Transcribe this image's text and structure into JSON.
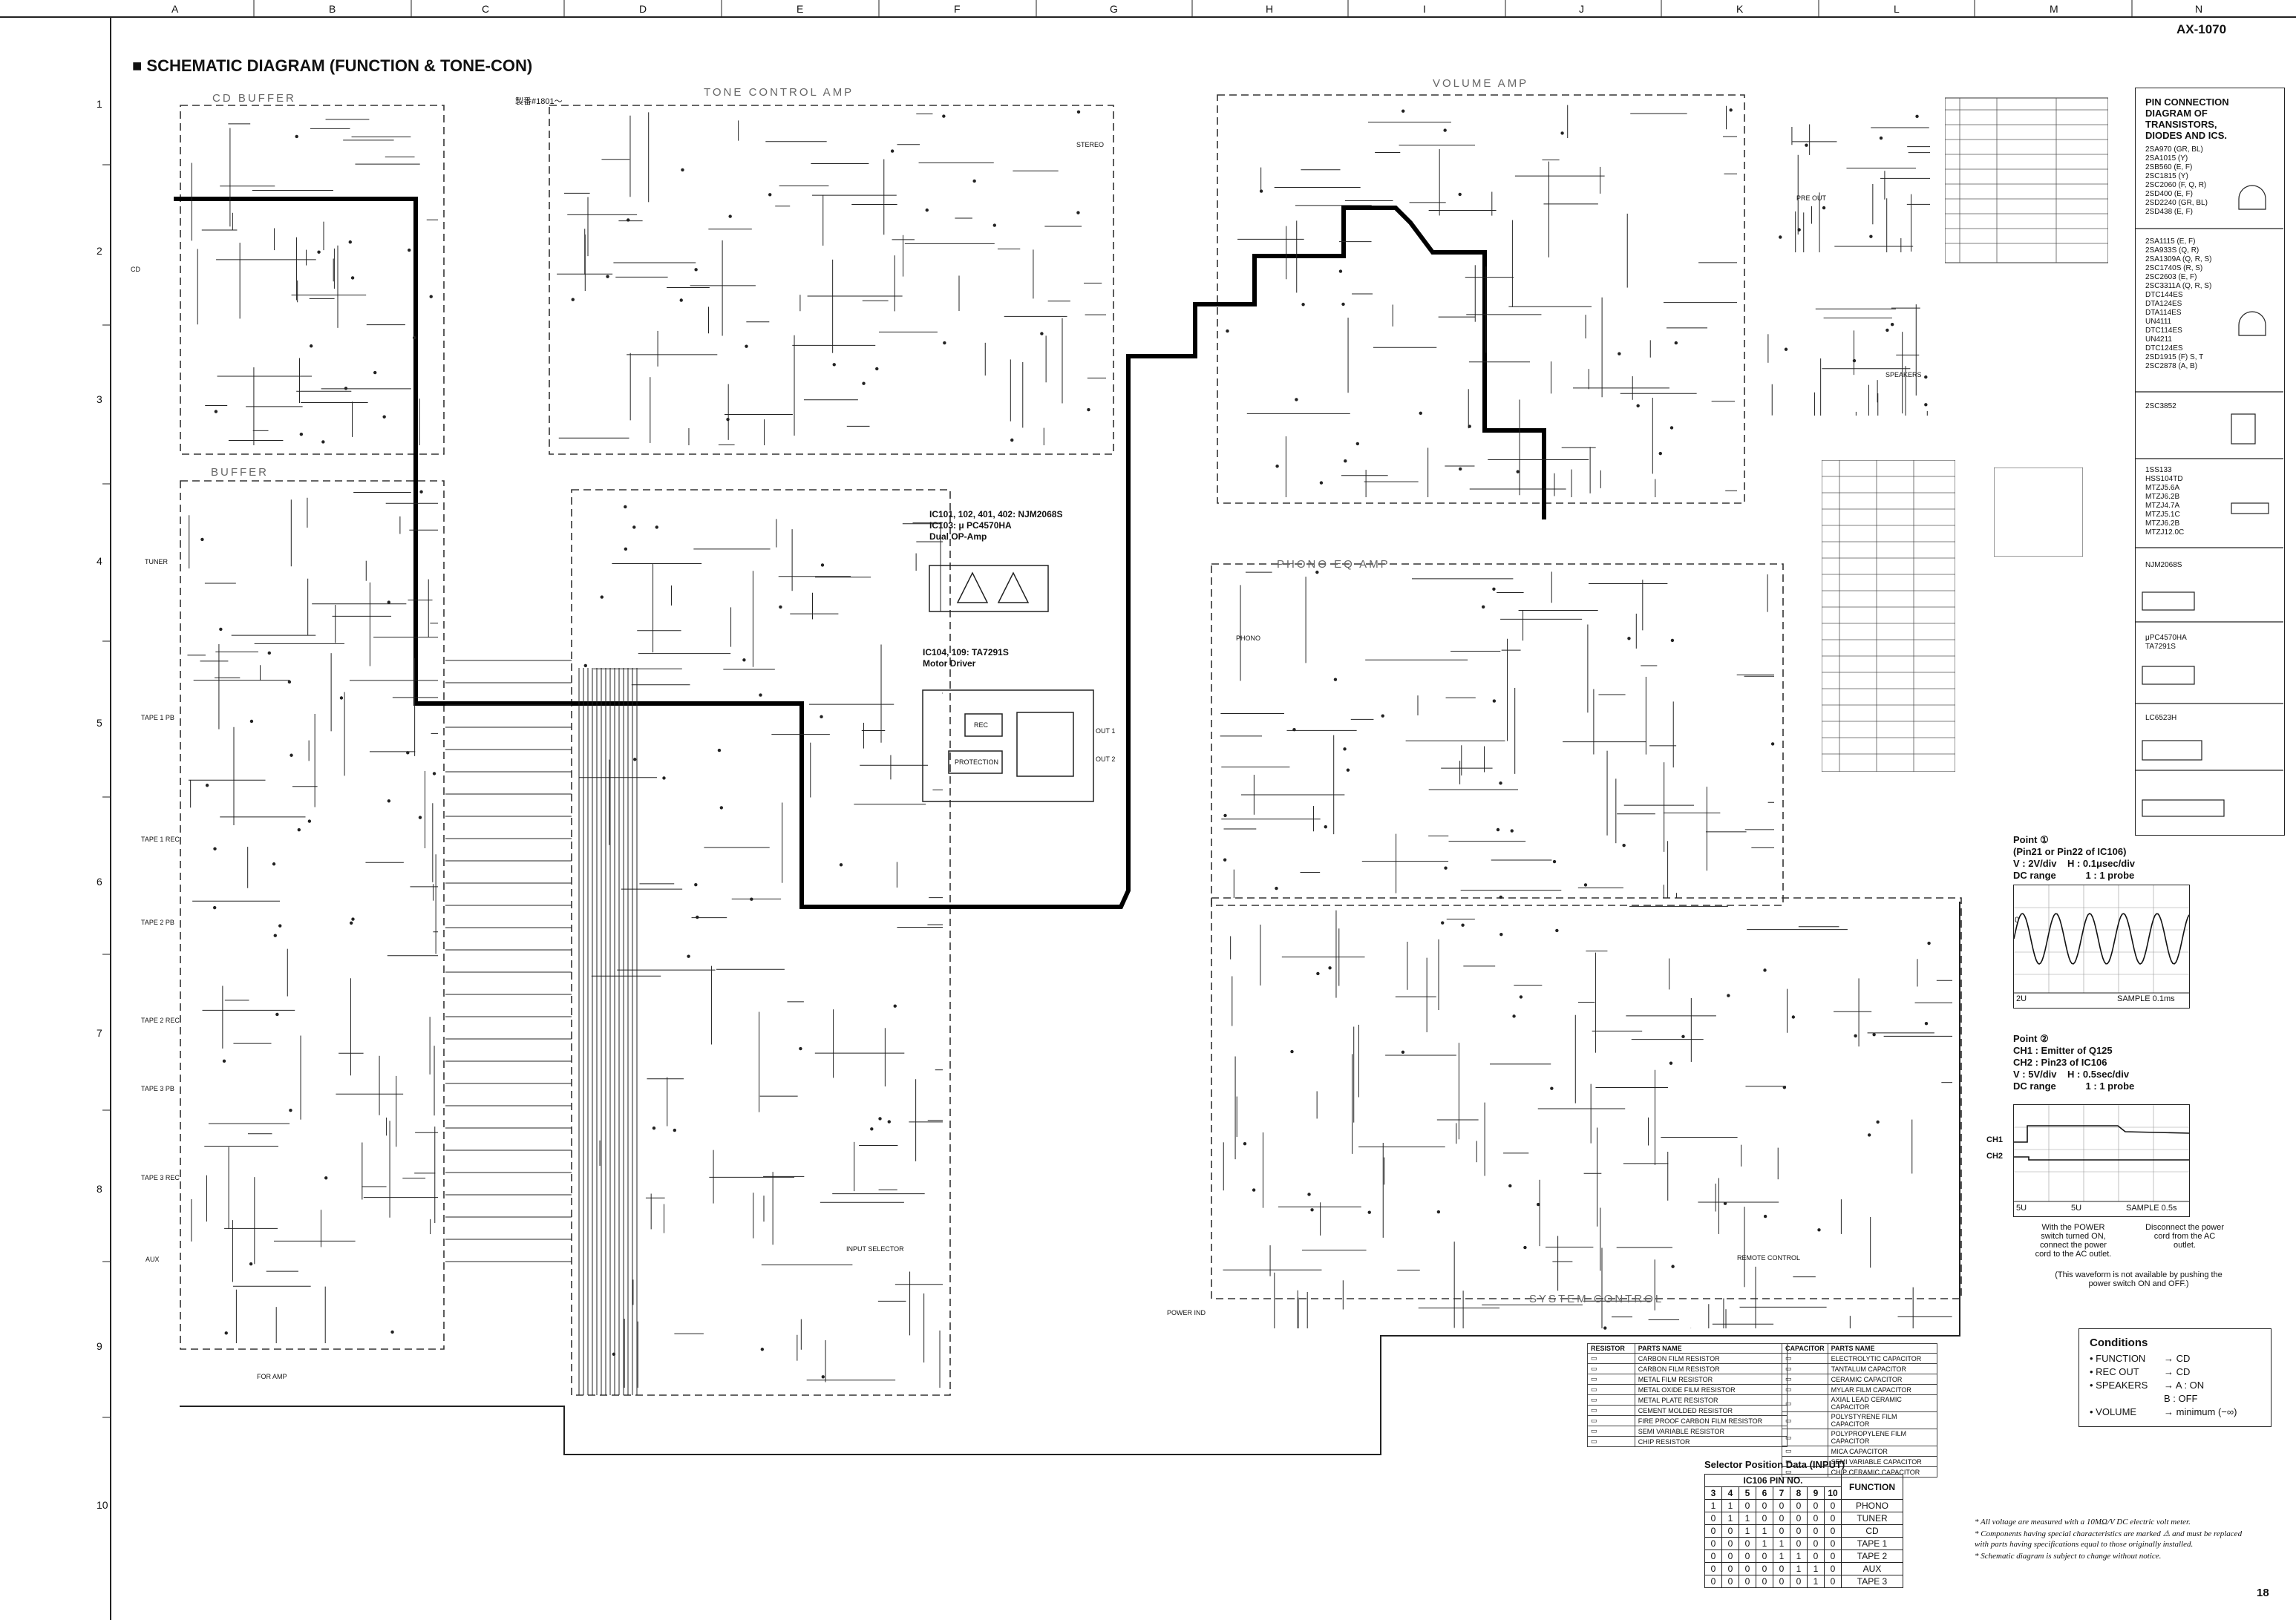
{
  "header": {
    "title": "■ SCHEMATIC DIAGRAM (FUNCTION & TONE-CON)",
    "model": "AX-1070",
    "page_number": "18"
  },
  "grid": {
    "columns": [
      "A",
      "B",
      "C",
      "D",
      "E",
      "F",
      "G",
      "H",
      "I",
      "J",
      "K",
      "L",
      "M",
      "N"
    ],
    "rows": [
      "1",
      "2",
      "3",
      "4",
      "5",
      "6",
      "7",
      "8",
      "9",
      "10"
    ]
  },
  "blocks": {
    "cd_buffer": "CD BUFFER",
    "tone_control_amp": "TONE CONTROL AMP",
    "tone_control_note": "製番#1801～",
    "volume_amp": "VOLUME AMP",
    "buffer": "BUFFER",
    "phono_eq_amp": "PHONO EQ AMP",
    "system_control": "SYSTEM CONTROL"
  },
  "side_labels": {
    "cd": "CD",
    "tuner": "TUNER",
    "tape1_pb": "TAPE 1 PB",
    "tape1_rec": "TAPE 1 REC",
    "tape2_pb": "TAPE 2 PB",
    "tape2_rec": "TAPE 2 REC",
    "tape3_pb": "TAPE 3 PB",
    "tape3_rec": "TAPE 3 REC",
    "aux": "AUX",
    "phono": "PHONO",
    "speakers": "SPEAKERS",
    "stereo": "STEREO",
    "pre_out": "PRE OUT"
  },
  "ic_notes": {
    "ic_opamp_line1": "IC101, 102, 401, 402: NJM2068S",
    "ic_opamp_line2": "IC103: μ PC4570HA",
    "ic_opamp_line3": "Dual OP-Amp",
    "ic_motor_line1": "IC104, 109: TA7291S",
    "ic_motor_line2": "Motor Driver",
    "motor_rec": "REC",
    "motor_protection": "PROTECTION",
    "motor_out1": "OUT 1",
    "motor_out2": "OUT 2"
  },
  "pin_connection": {
    "title_line1": "PIN CONNECTION",
    "title_line2": "DIAGRAM OF",
    "title_line3": "TRANSISTORS,",
    "title_line4": "DIODES AND ICS.",
    "group1": [
      "2SA970 (GR, BL)",
      "2SA1015 (Y)",
      "2SB560 (E, F)",
      "2SC1815 (Y)",
      "2SC2060 (F, Q, R)",
      "2SD400 (E, F)",
      "2SD2240 (GR, BL)",
      "2SD438 (E, F)"
    ],
    "group2": [
      "2SA1115 (E, F)",
      "2SA933S (Q, R)",
      "2SA1309A (Q, R, S)",
      "2SC1740S (R, S)",
      "2SC2603 (E, F)",
      "2SC3311A (Q, R, S)",
      "DTC144ES",
      "DTA124ES",
      "DTA114ES",
      "UN4111",
      "DTC114ES",
      "UN4211",
      "DTC124ES",
      "2SD1915 (F) S, T",
      "2SC2878 (A, B)"
    ],
    "group3": [
      "2SC3852"
    ],
    "group4": [
      "1SS133",
      "HSS104TD",
      "MTZJ5.6A",
      "MTZJ6.2B",
      "MTZJ4.7A",
      "MTZJ5.1C",
      "MTZJ6.2B",
      "MTZJ12.0C"
    ],
    "group5": [
      "NJM2068S"
    ],
    "group6": [
      "μPC4570HA",
      "TA7291S"
    ],
    "group7": [
      "LC6523H"
    ]
  },
  "scope1": {
    "title": "Point ①",
    "sub": "(Pin21 or Pin22 of IC106)",
    "v_label": "V : 2V/div",
    "h_label": "H : 0.1μsec/div",
    "range_label": "DC range",
    "probe_label": "1 : 1 probe",
    "ch_marker": "0",
    "bottom_left": "2U",
    "bottom_right": "SAMPLE  0.1ms"
  },
  "scope2": {
    "title": "Point ②",
    "ch1_note": "CH1 : Emitter of Q125",
    "ch2_note": "CH2 : Pin23 of IC106",
    "v_label": "V : 5V/div",
    "h_label": "H : 0.5sec/div",
    "range_label": "DC range",
    "probe_label": "1 : 1 probe",
    "ch1": "CH1",
    "ch2": "CH2",
    "bottom_left": "5U",
    "bottom_mid": "5U",
    "bottom_right": "SAMPLE  0.5s",
    "note_left": "With the POWER switch turned ON, connect the power cord to the AC outlet.",
    "note_right": "Disconnect the power cord from the AC outlet.",
    "note_bottom": "(This waveform is not available by pushing the power switch ON and OFF.)"
  },
  "conditions": {
    "title": "Conditions",
    "rows": [
      {
        "k": "• FUNCTION",
        "v": "→  CD"
      },
      {
        "k": "• REC OUT",
        "v": "→  CD"
      },
      {
        "k": "• SPEAKERS",
        "v": "→  A : ON"
      },
      {
        "k": "",
        "v": "B : OFF"
      },
      {
        "k": "• VOLUME",
        "v": "→  minimum (−∞)"
      }
    ]
  },
  "selector": {
    "title": "Selector Position Data (INPUT)",
    "pin_header": "IC106 PIN NO.",
    "function_header": "FUNCTION",
    "pins": [
      "3",
      "4",
      "5",
      "6",
      "7",
      "8",
      "9",
      "10"
    ],
    "rows": [
      {
        "bits": [
          "1",
          "1",
          "0",
          "0",
          "0",
          "0",
          "0",
          "0"
        ],
        "fn": "PHONO"
      },
      {
        "bits": [
          "0",
          "1",
          "1",
          "0",
          "0",
          "0",
          "0",
          "0"
        ],
        "fn": "TUNER"
      },
      {
        "bits": [
          "0",
          "0",
          "1",
          "1",
          "0",
          "0",
          "0",
          "0"
        ],
        "fn": "CD"
      },
      {
        "bits": [
          "0",
          "0",
          "0",
          "1",
          "1",
          "0",
          "0",
          "0"
        ],
        "fn": "TAPE 1"
      },
      {
        "bits": [
          "0",
          "0",
          "0",
          "0",
          "1",
          "1",
          "0",
          "0"
        ],
        "fn": "TAPE 2"
      },
      {
        "bits": [
          "0",
          "0",
          "0",
          "0",
          "0",
          "1",
          "1",
          "0"
        ],
        "fn": "AUX"
      },
      {
        "bits": [
          "0",
          "0",
          "0",
          "0",
          "0",
          "0",
          "1",
          "0"
        ],
        "fn": "TAPE 3"
      }
    ]
  },
  "footnotes": [
    "* All voltage are measured with a 10MΩ/V DC electric volt meter.",
    "* Components having special characteristics are marked ⚠ and must be replaced with parts having specifications equal to those originally installed.",
    "* Schematic diagram is subject to change without notice."
  ],
  "legend_resistor": {
    "header": [
      "RESISTOR",
      "PARTS NAME"
    ],
    "rows": [
      "CARBON FILM RESISTOR",
      "CARBON FILM RESISTOR",
      "METAL FILM RESISTOR",
      "METAL OXIDE FILM RESISTOR",
      "METAL PLATE RESISTOR",
      "CEMENT MOLDED RESISTOR",
      "FIRE PROOF CARBON FILM RESISTOR",
      "SEMI VARIABLE RESISTOR",
      "CHIP RESISTOR"
    ]
  },
  "legend_capacitor": {
    "header": [
      "CAPACITOR",
      "PARTS NAME"
    ],
    "rows": [
      "ELECTROLYTIC CAPACITOR",
      "TANTALUM CAPACITOR",
      "CERAMIC CAPACITOR",
      "MYLAR FILM CAPACITOR",
      "AXIAL LEAD CERAMIC CAPACITOR",
      "POLYSTYRENE FILM CAPACITOR",
      "POLYPROPYLENE FILM CAPACITOR",
      "MICA CAPACITOR",
      "SEMI VARIABLE CAPACITOR",
      "CHIP CERAMIC CAPACITOR"
    ]
  },
  "block_tags": {
    "function_select": "INPUT SELECTOR",
    "input_selector": "INPUT SELECTOR",
    "for_amp": "FOR AMP",
    "power_ind": "POWER IND",
    "remote": "REMOTE CONTROL"
  },
  "colors": {
    "ink": "#111111",
    "grid": "#444444",
    "signal": "#000000",
    "block": "#666666"
  }
}
